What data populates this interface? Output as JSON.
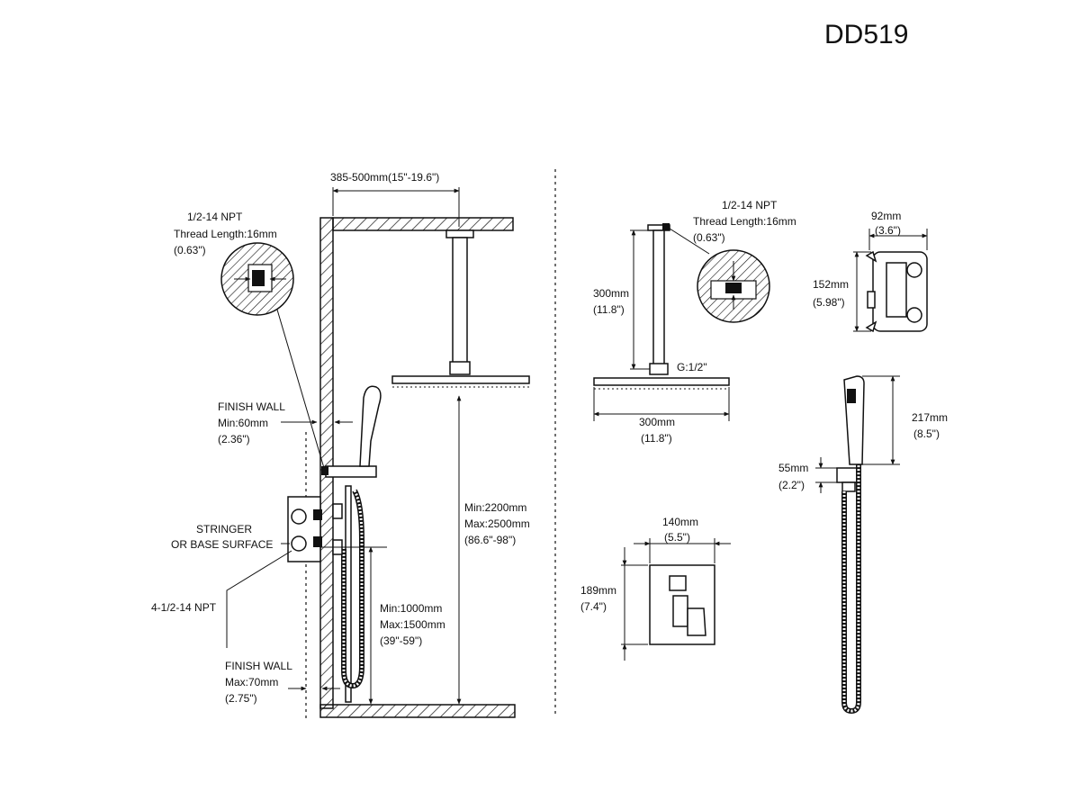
{
  "model_number": "DD519",
  "left_view": {
    "arm_span": "385-500mm(15\"-19.6\")",
    "npt_detail": [
      "1/2-14 NPT",
      "Thread Length:16mm",
      "(0.63\")"
    ],
    "finish_wall_min": [
      "FINISH WALL",
      "Min:60mm",
      "(2.36\")"
    ],
    "stringer": [
      "STRINGER",
      "OR BASE SURFACE"
    ],
    "inlet_npt": "4-1/2-14 NPT",
    "finish_wall_max": [
      "FINISH WALL",
      "Max:70mm",
      "(2.75\")"
    ],
    "head_height": [
      "Min:2200mm",
      "Max:2500mm",
      "(86.6\"-98\")"
    ],
    "slide_height": [
      "Min:1000mm",
      "Max:1500mm",
      "(39\"-59\")"
    ]
  },
  "shower_head": {
    "npt_detail": [
      "1/2-14 NPT",
      "Thread Length:16mm",
      "(0.63\")"
    ],
    "arm_length": [
      "300mm",
      "(11.8\")"
    ],
    "thread": "G:1/2\"",
    "width": [
      "300mm",
      "(11.8\")"
    ]
  },
  "valve_body": {
    "width": [
      "92mm",
      "(3.6\")"
    ],
    "height": [
      "152mm",
      "(5.98\")"
    ]
  },
  "trim_plate": {
    "width": [
      "140mm",
      "(5.5\")"
    ],
    "height": [
      "189mm",
      "(7.4\")"
    ]
  },
  "hand_shower": {
    "length": [
      "217mm",
      "(8.5\")"
    ],
    "holder": [
      "55mm",
      "(2.2\")"
    ]
  }
}
